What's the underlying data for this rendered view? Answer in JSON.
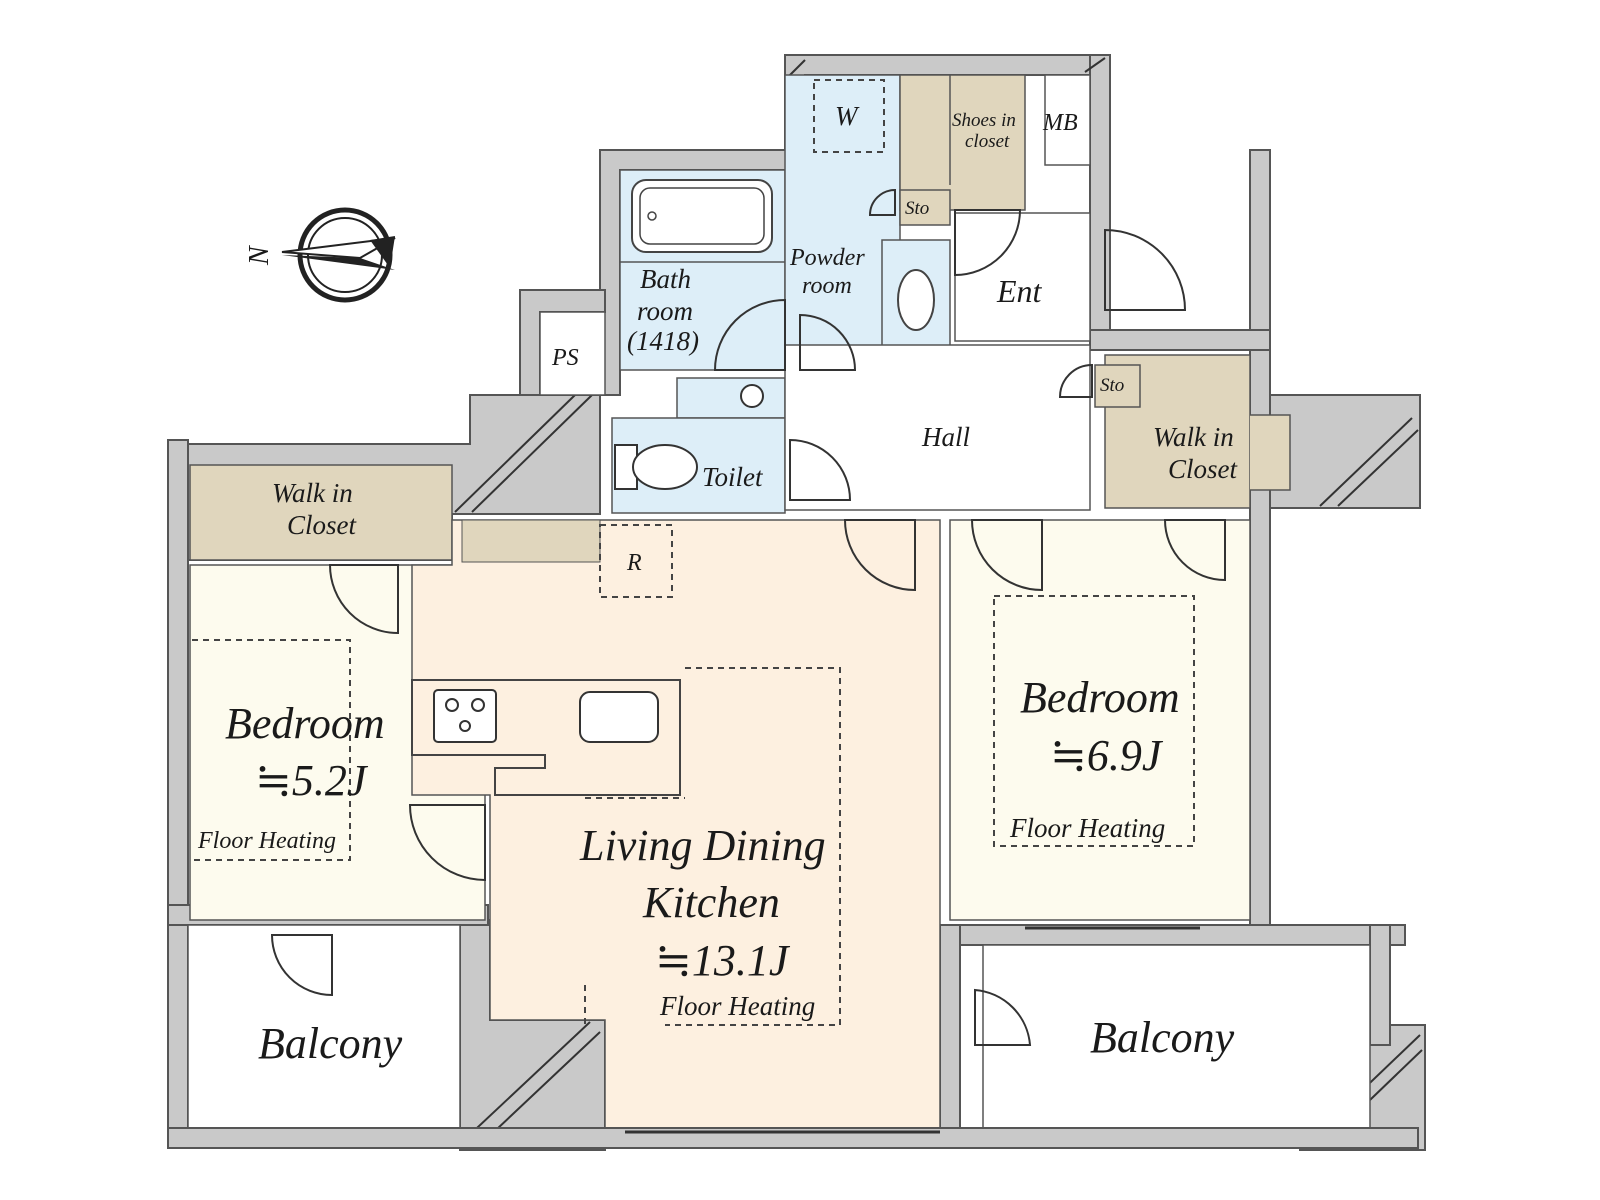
{
  "colors": {
    "wall": "#c9c9c9",
    "wet_area": "#ddeef8",
    "closet": "#e0d6bd",
    "bedroom": "#fdfbee",
    "ldk": "#fdf0e0",
    "hall": "#ffffff"
  },
  "compass": {
    "label": "N",
    "icon": "compass-icon"
  },
  "rooms": {
    "washer": "W",
    "shoes_closet_line1": "Shoes in",
    "shoes_closet_line2": "closet",
    "meter_box": "MB",
    "storage_upper": "Sto",
    "powder_line1": "Powder",
    "powder_line2": "room",
    "entrance": "Ent",
    "bath_line1": "Bath",
    "bath_line2": "room",
    "bath_line3": "(1418)",
    "pipe_space": "PS",
    "storage_lower": "Sto",
    "toilet": "Toilet",
    "hall": "Hall",
    "walk_in_closet_right_line1": "Walk in",
    "walk_in_closet_right_line2": "Closet",
    "walk_in_closet_left_line1": "Walk in",
    "walk_in_closet_left_line2": "Closet",
    "refrigerator": "R",
    "bedroom_left_name": "Bedroom",
    "bedroom_left_size": "≒5.2J",
    "bedroom_left_heating": "Floor Heating",
    "bedroom_right_name": "Bedroom",
    "bedroom_right_size": "≒6.9J",
    "bedroom_right_heating": "Floor Heating",
    "ldk_line1": "Living Dining",
    "ldk_line2": "Kitchen",
    "ldk_size": "≒13.1J",
    "ldk_heating": "Floor Heating",
    "balcony_left": "Balcony",
    "balcony_right": "Balcony"
  }
}
